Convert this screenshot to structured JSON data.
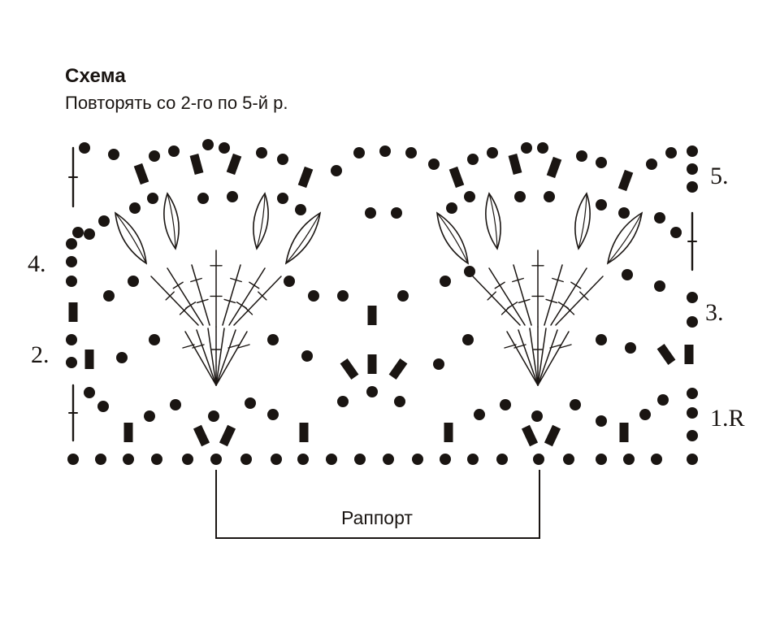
{
  "header": {
    "title": "Схема",
    "subtitle": "Повторять со 2-го по 5-й р."
  },
  "row_labels": {
    "r1": "1.R",
    "r2": "2.",
    "r3": "3.",
    "r4": "4.",
    "r5": "5."
  },
  "repeat_label": "Раппорт",
  "colors": {
    "ink": "#1a1512",
    "background": "#ffffff"
  }
}
